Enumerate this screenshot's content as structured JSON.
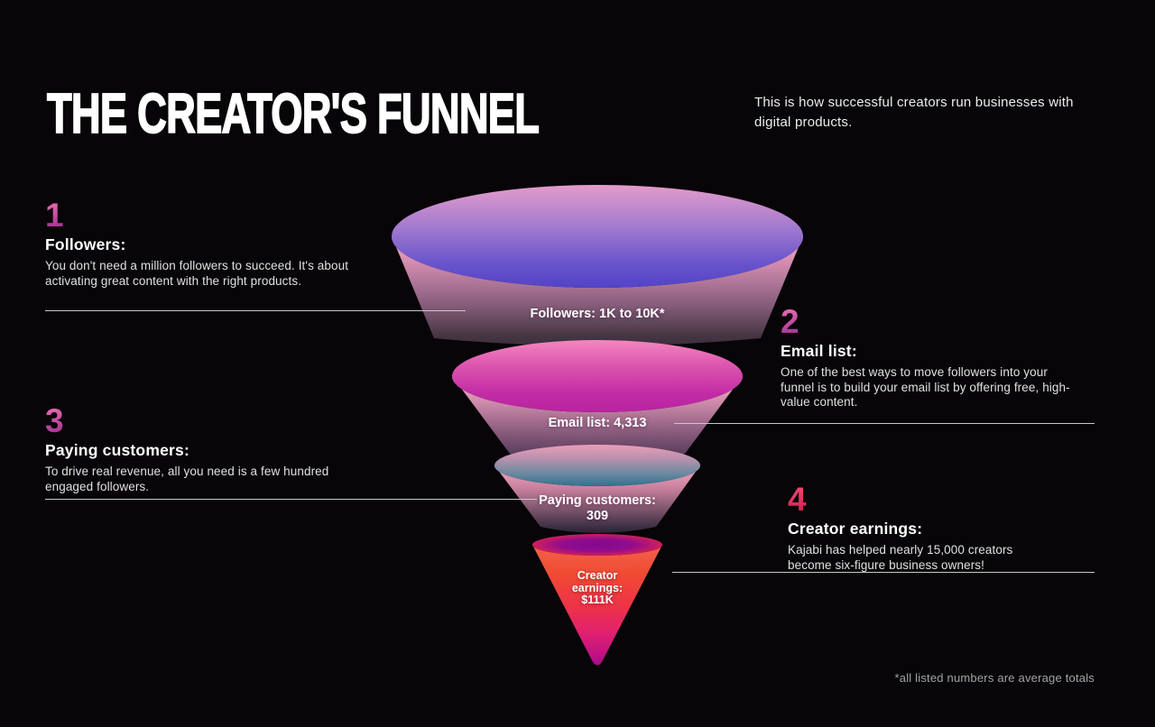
{
  "header": {
    "title": "THE CREATOR'S FUNNEL",
    "subtitle": "This is how successful creators run businesses with digital products."
  },
  "sections": [
    {
      "num": "1",
      "title": "Followers:",
      "description": "You don't need a million followers to succeed. It's about activating great content with the right products."
    },
    {
      "num": "2",
      "title": "Email list:",
      "description": "One of the best ways to move followers into your funnel is to build your email list by offering free, high-value content."
    },
    {
      "num": "3",
      "title": "Paying customers:",
      "description": "To drive real revenue, all you need is a few hundred engaged followers."
    },
    {
      "num": "4",
      "title": "Creator earnings:",
      "description": "Kajabi has helped nearly 15,000 creators become six-figure business owners!"
    }
  ],
  "funnel": {
    "stages": [
      {
        "label": "Followers: 1K to 10K*",
        "value": ""
      },
      {
        "label": "Email list: 4,313",
        "value": ""
      },
      {
        "label": "Paying customers:",
        "value": "309"
      },
      {
        "label": "Creator earnings:",
        "value": "$111K"
      }
    ]
  },
  "footnote": "*all listed numbers are average totals",
  "chart_data": {
    "type": "funnel",
    "title": "THE CREATOR'S FUNNEL",
    "subtitle": "This is how successful creators run businesses with digital products.",
    "footnote": "*all listed numbers are average totals",
    "stages": [
      {
        "name": "Followers",
        "value_label": "1K to 10K*",
        "value_min": 1000,
        "value_max": 10000
      },
      {
        "name": "Email list",
        "value_label": "4,313",
        "value": 4313
      },
      {
        "name": "Paying customers",
        "value_label": "309",
        "value": 309
      },
      {
        "name": "Creator earnings",
        "value_label": "$111K",
        "value": 111000
      }
    ]
  },
  "colors": {
    "background": "#070508",
    "accent_magenta": "#c4439a",
    "accent_red": "#dd2a5a",
    "stage1_top_blue": "#5b49cb",
    "stage_side_pink": "#f5a6c4",
    "stage2_top_magenta": "#bc23a2",
    "stage3_top_teal": "#32718f",
    "stage4_body_red": "#ef4434",
    "connector_line": "#c7c7c7",
    "text_primary": "#ffffff",
    "text_secondary": "#e0e0e0",
    "footnote_gray": "#a3a3a3"
  }
}
